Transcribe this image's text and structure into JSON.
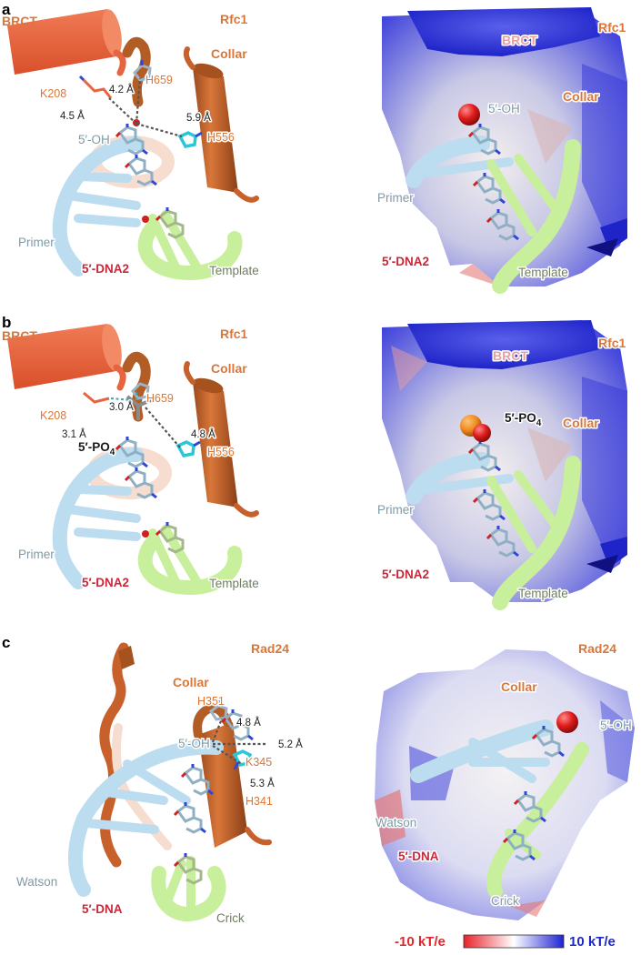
{
  "panels": [
    {
      "letter": "a",
      "labels": {
        "brct": "BRCT",
        "protein": "Rfc1",
        "collar": "Collar",
        "res1": "K208",
        "res2": "H659",
        "res3": "H556",
        "end": "5′-OH",
        "primer": "Primer",
        "dna": "5′-DNA2",
        "template": "Template"
      },
      "distances": [
        "4.2 Å",
        "4.5 Å",
        "5.9 Å"
      ],
      "surface": {
        "brct": "BRCT",
        "protein": "Rfc1",
        "collar": "Collar",
        "end": "5′-OH",
        "primer": "Primer",
        "dna": "5′-DNA2",
        "template": "Template"
      }
    },
    {
      "letter": "b",
      "labels": {
        "brct": "BRCT",
        "protein": "Rfc1",
        "collar": "Collar",
        "res1": "K208",
        "res2": "H659",
        "res3": "H556",
        "end": "5′-PO",
        "end_sub": "4",
        "primer": "Primer",
        "dna": "5′-DNA2",
        "template": "Template"
      },
      "distances": [
        "3.0 Å",
        "3.1 Å",
        "4.8 Å"
      ],
      "surface": {
        "brct": "BRCT",
        "protein": "Rfc1",
        "collar": "Collar",
        "end": "5′-PO",
        "end_sub": "4",
        "primer": "Primer",
        "dna": "5′-DNA2",
        "template": "Template"
      }
    },
    {
      "letter": "c",
      "labels": {
        "protein": "Rad24",
        "collar": "Collar",
        "res1": "H351",
        "res2": "K345",
        "res3": "H341",
        "end": "5′-OH",
        "strand1": "Watson",
        "dna": "5′-DNA",
        "strand2": "Crick"
      },
      "distances": [
        "4.8 Å",
        "5.2 Å",
        "5.3 Å"
      ],
      "surface": {
        "protein": "Rad24",
        "collar": "Collar",
        "end": "5′-OH",
        "strand1": "Watson",
        "dna": "5′-DNA",
        "strand2": "Crick"
      }
    }
  ],
  "scale_bar": {
    "min_label": "-10 kT/e",
    "max_label": "10 kT/e",
    "colors": {
      "neg": "#e8222a",
      "mid": "#ffffff",
      "pos": "#1e23d2"
    }
  },
  "colors": {
    "brct": "#e8643f",
    "collar": "#c7602a",
    "primer": "#bcdcef",
    "template": "#c8ef9c",
    "loop": "#f6ddd0",
    "ion": "#e01c1c",
    "phosphate": "#f08a1c",
    "label_orange": "#d9773a",
    "label_red": "#c8283a"
  }
}
